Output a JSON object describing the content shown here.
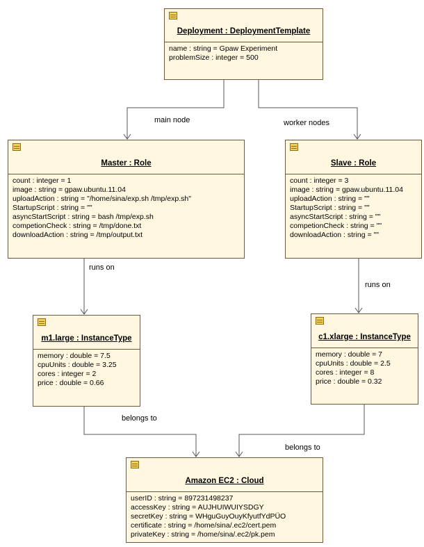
{
  "deployment": {
    "title": "Deployment : DeploymentTemplate",
    "attrs": [
      "name : string = Gpaw Experiment",
      "problemSize : integer = 500"
    ]
  },
  "master": {
    "title": "Master : Role",
    "attrs": [
      "count : integer = 1",
      "image : string = gpaw.ubuntu.11.04",
      "uploadAction : string = \"/home/sina/exp.sh /tmp/exp.sh\"",
      "StartupScript : string = \"\"",
      "asyncStartScript : string = bash /tmp/exp.sh",
      "competionCheck : string = /tmp/done.txt",
      "downloadAction : string = /tmp/output.txt"
    ]
  },
  "slave": {
    "title": "Slave : Role",
    "attrs": [
      "count : integer = 3",
      "image : string = gpaw.ubuntu.11.04",
      "uploadAction : string = \"\"",
      "StartupScript : string = \"\"",
      "asyncStartScript : string = \"\"",
      "competionCheck : string = \"\"",
      "downloadAction : string = \"\""
    ]
  },
  "m1": {
    "title": "m1.large : InstanceType",
    "attrs": [
      "memory : double = 7.5",
      "cpuUnits : double = 3.25",
      "cores : integer = 2",
      "price : double = 0.66"
    ]
  },
  "c1": {
    "title": "c1.xlarge : InstanceType",
    "attrs": [
      "memory : double = 7",
      "cpuUnits : double = 2.5",
      "cores : integer = 8",
      "price : double = 0.32"
    ]
  },
  "cloud": {
    "title": "Amazon EC2 : Cloud",
    "attrs": [
      "userID : string = 897231498237",
      "accessKey : string = AUJHUIWUIYSDGY",
      "secretKey : string = WHguGuyOuyKfyutfYdPÜO",
      "certificate : string = /home/sina/.ec2/cert.pem",
      "privateKey : string = /home/sina/.ec2/pk.pem"
    ]
  },
  "edges": {
    "main_node": "main node",
    "worker_nodes": "worker nodes",
    "runs_on_left": "runs on",
    "runs_on_right": "runs on",
    "belongs_to_left": "belongs to",
    "belongs_to_right": "belongs to"
  },
  "colors": {
    "box_fill": "#fff7e0",
    "box_border": "#6b5a3a",
    "icon_fill": "#f2cf55"
  }
}
